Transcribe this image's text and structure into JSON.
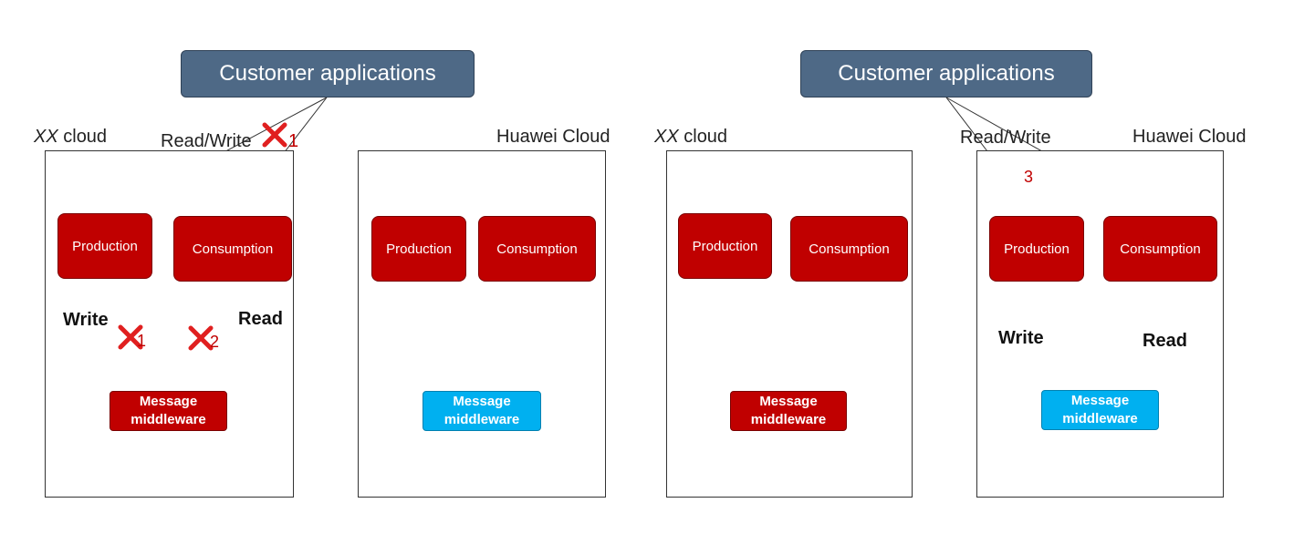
{
  "panels": [
    {
      "app_label": "Customer applications",
      "left_cloud": {
        "label_italic": "XX",
        "label_rest": " cloud",
        "production": "Production",
        "consumption": "Consumption",
        "middleware_line1": "Message",
        "middleware_line2": "middleware",
        "middleware_color": "#c00000",
        "write_label": "Write",
        "read_label": "Read",
        "write_marker": "1",
        "read_marker": "2"
      },
      "right_cloud": {
        "label": "Huawei Cloud",
        "production": "Production",
        "consumption": "Consumption",
        "middleware_line1": "Message",
        "middleware_line2": "middleware",
        "middleware_color": "#00b0f0"
      },
      "rw_label": "Read/Write",
      "rw_marker": "1",
      "blocked_icon": "red-x-icon"
    },
    {
      "app_label": "Customer applications",
      "left_cloud": {
        "label_italic": "XX",
        "label_rest": " cloud",
        "production": "Production",
        "consumption": "Consumption",
        "middleware_line1": "Message",
        "middleware_line2": "middleware",
        "middleware_color": "#c00000"
      },
      "right_cloud": {
        "label": "Huawei Cloud",
        "production": "Production",
        "consumption": "Consumption",
        "middleware_line1": "Message",
        "middleware_line2": "middleware",
        "middleware_color": "#00b0f0",
        "write_label": "Write",
        "read_label": "Read"
      },
      "rw_label": "Read/Write",
      "rw_marker": "3"
    }
  ]
}
